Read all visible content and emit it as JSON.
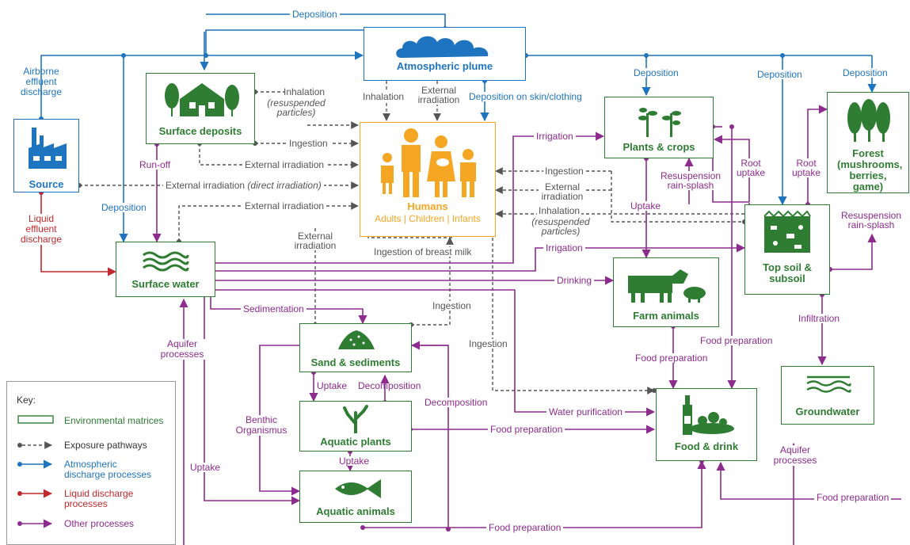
{
  "nodes": {
    "source": "Source",
    "plume": "Atmospheric plume",
    "surface_deposits": "Surface deposits",
    "humans_title": "Humans",
    "humans_sub": "Adults | Children | Infants",
    "plants_crops": "Plants & crops",
    "forest": "Forest (mushrooms, berries, game)",
    "top_soil": "Top soil & subsoil",
    "surface_water": "Surface water",
    "farm_animals": "Farm animals",
    "sand_sediments": "Sand & sediments",
    "aquatic_plants": "Aquatic plants",
    "aquatic_animals": "Aquatic animals",
    "food_drink": "Food & drink",
    "groundwater": "Groundwater"
  },
  "labels": {
    "deposition_top": "Deposition",
    "airborne": "Airborne effluent discharge",
    "liquid": "Liquid effluent discharge",
    "inhalation_resusp_1": "Inhalation",
    "resusp_particles_1": "(resuspended particles)",
    "ingestion_sd": "Ingestion",
    "ext_irr_sd": "External irradiation",
    "run_off": "Run-off",
    "ext_irr_direct": "External irradiation",
    "direct_irr": "(direct irradiation)",
    "deposition_left": "Deposition",
    "ext_irr_sw": "External irradiation",
    "inhalation_plume": "Inhalation",
    "ext_irr_plume": "External irradiation",
    "dep_skin": "Deposition on skin/clothing",
    "irrigation_top": "Irrigation",
    "deposition_plants": "Deposition",
    "deposition_soil": "Deposition",
    "deposition_forest": "Deposition",
    "ingestion_right": "Ingestion",
    "ext_irr_right": "External irradiation",
    "inhalation_right": "Inhalation",
    "resusp_particles_2": "(resuspended particles)",
    "root_uptake_1": "Root uptake",
    "root_uptake_2": "Root uptake",
    "resusp_rain_1": "Resuspension rain-splash",
    "resusp_rain_2": "Resuspension rain-splash",
    "uptake_plants": "Uptake",
    "irrigation_mid": "Irrigation",
    "drinking": "Drinking",
    "ext_irr_sed": "External irradiation",
    "breast_milk": "Ingestion of breast milk",
    "sedimentation": "Sedimentation",
    "ingestion_sed": "Ingestion",
    "ingestion_food": "Ingestion",
    "aquifer_left": "Aquifer processes",
    "infiltration": "Infiltration",
    "food_prep_plants": "Food preparation",
    "food_prep_farm": "Food preparation",
    "uptake_sed": "Uptake",
    "decomposition_sed": "Decomposition",
    "decomposition_animals": "Decomposition",
    "benthic": "Benthic Organismus",
    "water_purification": "Water purification",
    "food_prep_aqplants": "Food preparation",
    "uptake_aq": "Uptake",
    "uptake_left": "Uptake",
    "food_prep_aqanimals": "Food preparation",
    "aquifer_right": "Aquifer processes",
    "food_prep_bottom_right": "Food preparation"
  },
  "key": {
    "title": "Key:",
    "environmental": "Environmental matrices",
    "exposure": "Exposure pathways",
    "atmospheric": "Atmospheric discharge processes",
    "liquid": "Liquid discharge processes",
    "other": "Other processes"
  },
  "colors": {
    "green": "#2e7d32",
    "blue": "#1f74bf",
    "purple": "#8e2b8e",
    "red": "#c0282d",
    "orange": "#f5a623",
    "grey": "#555555"
  }
}
